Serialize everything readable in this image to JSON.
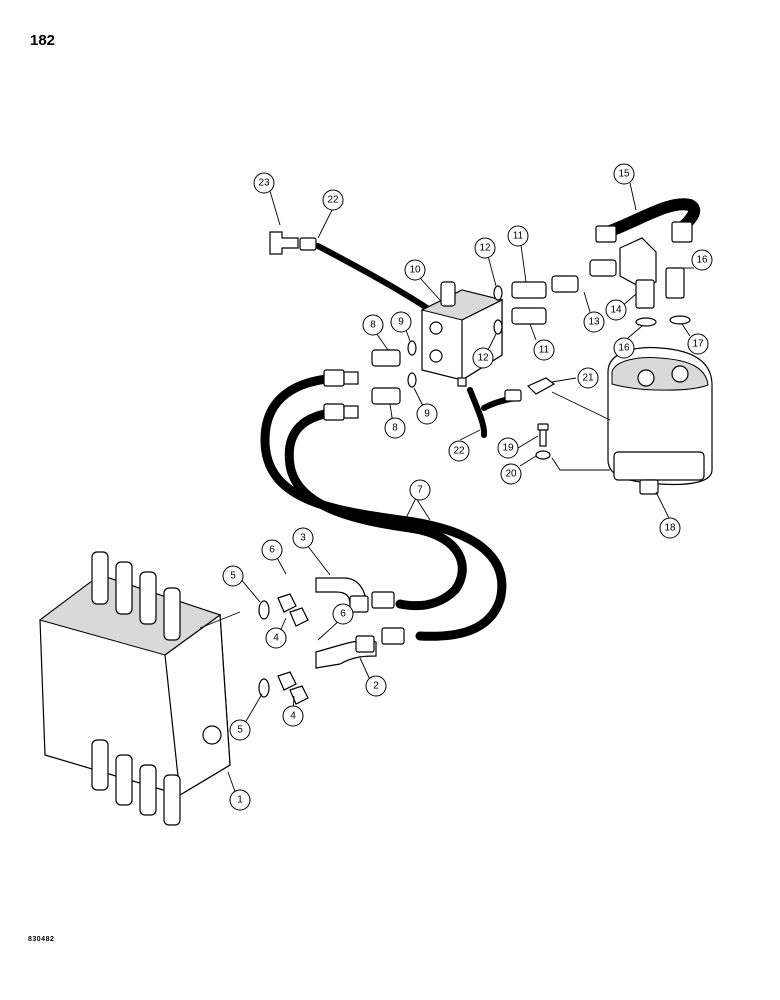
{
  "page_number": "182",
  "figure_code": "830482",
  "callouts": [
    {
      "label": "1"
    },
    {
      "label": "2"
    },
    {
      "label": "3"
    },
    {
      "label": "4"
    },
    {
      "label": "4"
    },
    {
      "label": "5"
    },
    {
      "label": "5"
    },
    {
      "label": "6"
    },
    {
      "label": "6"
    },
    {
      "label": "7"
    },
    {
      "label": "8"
    },
    {
      "label": "8"
    },
    {
      "label": "9"
    },
    {
      "label": "9"
    },
    {
      "label": "10"
    },
    {
      "label": "11"
    },
    {
      "label": "11"
    },
    {
      "label": "12"
    },
    {
      "label": "12"
    },
    {
      "label": "13"
    },
    {
      "label": "14"
    },
    {
      "label": "15"
    },
    {
      "label": "16"
    },
    {
      "label": "16"
    },
    {
      "label": "17"
    },
    {
      "label": "18"
    },
    {
      "label": "19"
    },
    {
      "label": "20"
    },
    {
      "label": "21"
    },
    {
      "label": "22"
    },
    {
      "label": "22"
    },
    {
      "label": "23"
    }
  ]
}
